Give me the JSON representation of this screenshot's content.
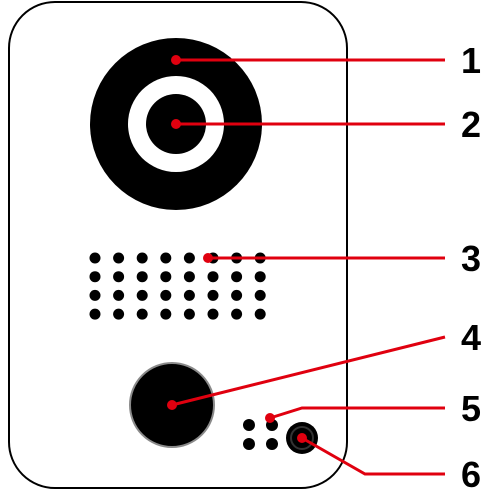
{
  "diagram": {
    "colors": {
      "outline": "#000000",
      "device_fill": "#ffffff",
      "component": "#000000",
      "callout": "#e0000f",
      "label_text": "#000000"
    },
    "callouts": [
      {
        "number": "1",
        "target": "camera-housing"
      },
      {
        "number": "2",
        "target": "camera-lens"
      },
      {
        "number": "3",
        "target": "speaker-grille"
      },
      {
        "number": "4",
        "target": "call-button"
      },
      {
        "number": "5",
        "target": "microphone"
      },
      {
        "number": "6",
        "target": "light-sensor"
      }
    ]
  }
}
